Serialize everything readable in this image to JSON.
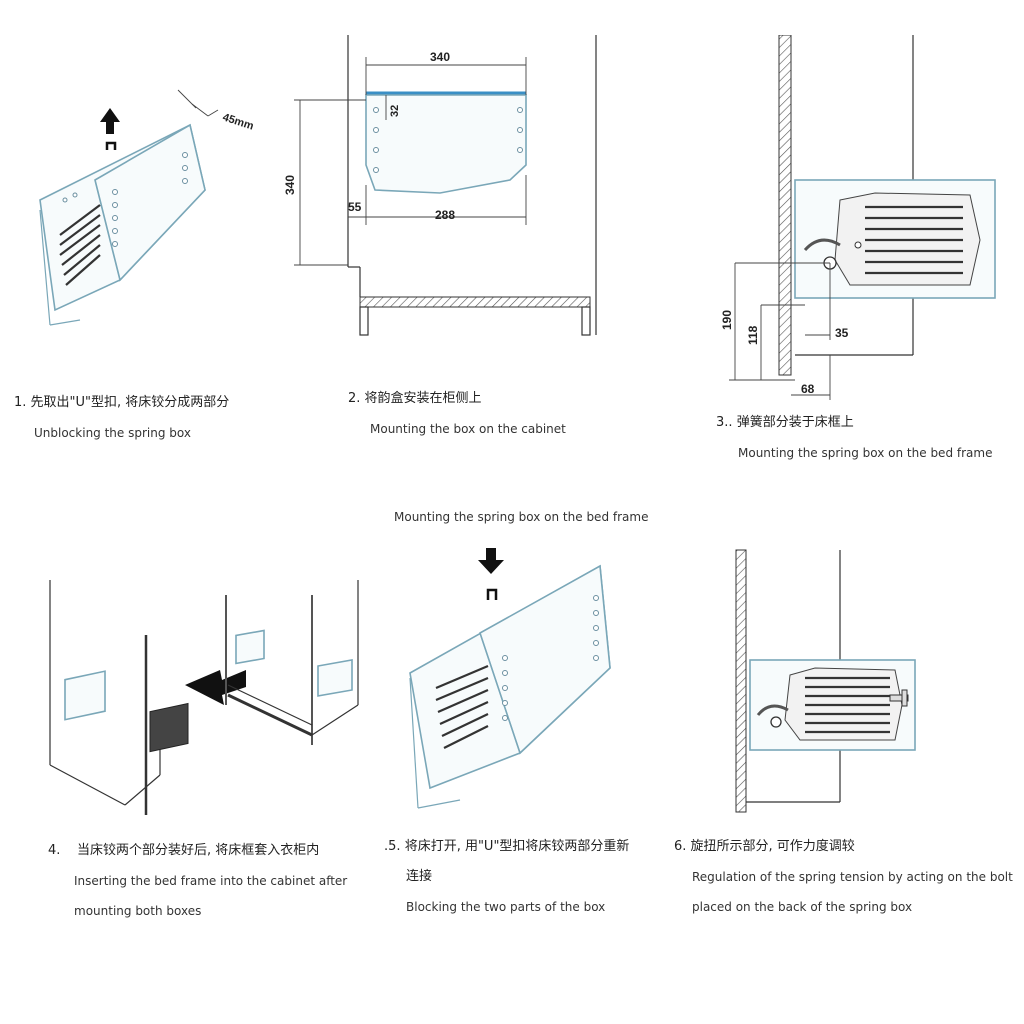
{
  "steps": [
    {
      "num": "1.",
      "zh": "先取出\"U\"型扣, 将床铰分成两部分",
      "en": "Unblocking the spring box"
    },
    {
      "num": "2.",
      "zh": "将韵盒安装在柜侧上",
      "en": "Mounting the box on the cabinet"
    },
    {
      "num": "3..",
      "zh": "弹簧部分装于床框上",
      "en": "Mounting the spring box on the bed frame"
    },
    {
      "num": "4.",
      "zh": "当床铰两个部分装好后, 将床框套入衣柜内",
      "en": "Inserting the bed frame into the cabinet after",
      "en2": "mounting both boxes"
    },
    {
      "num": ".5.",
      "zh": "将床打开, 用\"U\"型扣将床铰两部分重新",
      "zh2": "连接",
      "en": "Blocking the two parts of the box"
    },
    {
      "num": "6.",
      "zh": "旋扭所示部分, 可作力度调较",
      "en": "Regulation of the spring tension by acting on the bolt",
      "en2": "placed on the back of the spring box"
    }
  ],
  "top_caption": "Mounting the spring box on the bed frame",
  "dimensions": {
    "d45": "45mm",
    "d340a": "340",
    "d340b": "340",
    "d32": "32",
    "d55": "55",
    "d288": "288",
    "d190": "190",
    "d118": "118",
    "d35": "35",
    "d68": "68"
  },
  "icons": {
    "arrow_up": "arrow-up-icon",
    "arrow_down": "arrow-down-icon",
    "u_clip": "u-clip-icon",
    "insert_arrow": "insert-arrow-icon"
  }
}
